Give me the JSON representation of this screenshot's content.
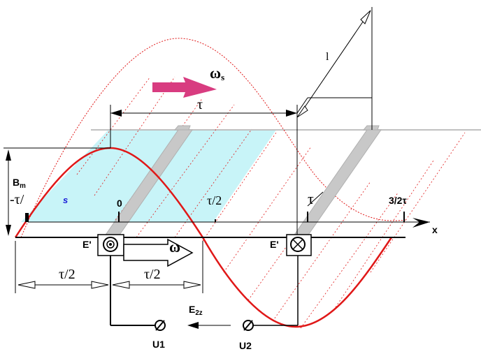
{
  "labels": {
    "omega_s_main": "ω",
    "omega_s_sub": "s",
    "tau_top": "τ",
    "l": "l",
    "Bm_main": "B",
    "Bm_sub": "m",
    "minus_tau_half": "-τ/",
    "s": "s",
    "zero": "0",
    "tau_half_axis": "τ/2",
    "tau_axis": "τ",
    "three_half_tau": "3/2τ",
    "x": "x",
    "E_prime_left": "E'",
    "E_prime_right": "E'",
    "omega": "ω",
    "tau_half_left": "τ/2",
    "tau_half_right": "τ/2",
    "E2z_main": "E",
    "E2z_sub": "2z",
    "U1": "U1",
    "U2": "U2"
  },
  "colors": {
    "wave": "#e01818",
    "dotted_wave": "#e01818",
    "flux_area": "#c8f4f8",
    "conductor": "#c8c8c8",
    "arrow_omega_s": "#d83c80",
    "lines": "#000000"
  }
}
